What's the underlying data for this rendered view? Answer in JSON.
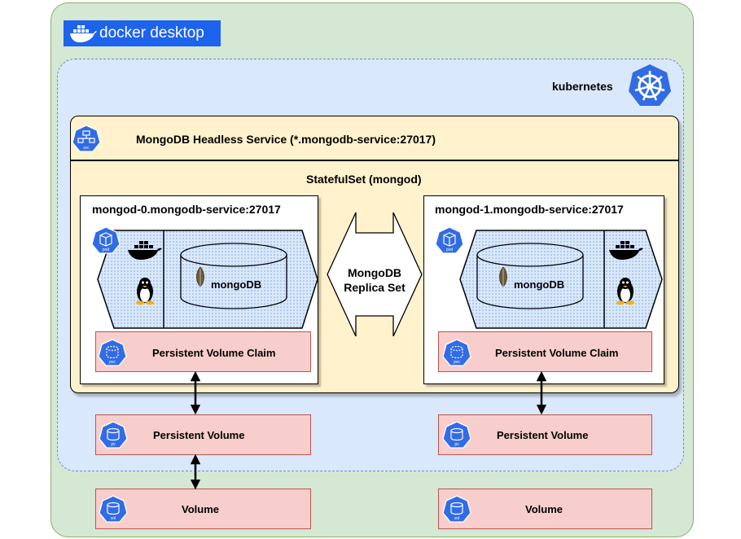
{
  "docker": {
    "logo_text": "docker desktop",
    "color": "#1d63ed"
  },
  "kubernetes": {
    "label": "kubernetes"
  },
  "service": {
    "title": "MongoDB Headless Service (*.mongodb-service:27017)",
    "icon_text": "svc"
  },
  "statefulset": {
    "title": "StatefulSet (mongod)"
  },
  "replica_set": {
    "line1": "MongoDB",
    "line2": "Replica Set"
  },
  "pods": [
    {
      "title": "mongod-0.mongodb-service:27017",
      "pod_icon_text": "pod",
      "mongo_label": "mongoDB",
      "pvc_label": "Persistent Volume Claim",
      "pvc_icon_text": "pvc",
      "pv_label": "Persistent Volume",
      "pv_icon_text": "pv",
      "vol_label": "Volume",
      "vol_icon_text": "vol"
    },
    {
      "title": "mongod-1.mongodb-service:27017",
      "pod_icon_text": "pod",
      "mongo_label": "mongoDB",
      "pvc_label": "Persistent Volume Claim",
      "pvc_icon_text": "pvc",
      "pv_label": "Persistent Volume",
      "pv_icon_text": "pv",
      "vol_label": "Volume",
      "vol_icon_text": "vol"
    }
  ],
  "colors": {
    "docker_bg": "#d5e8d4",
    "kubernetes_bg": "#dae8fc",
    "service_bg": "#fff2cc",
    "storage_bg": "#f8cecc",
    "k8s_blue": "#326ce5"
  }
}
